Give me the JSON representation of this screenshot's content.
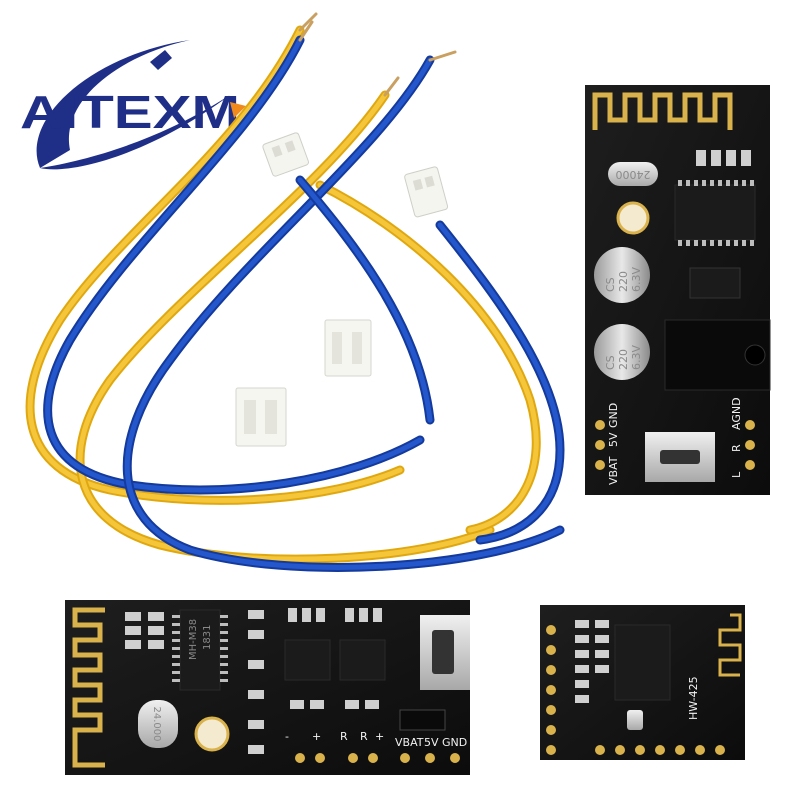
{
  "brand": {
    "logo_text": "AITEXM"
  },
  "colors": {
    "pcb": "#151515",
    "gold": "#d9b24c",
    "wire_yellow": "#f0b81c",
    "wire_blue": "#1c47b8",
    "logo_blue": "#1f2f88",
    "logo_orange": "#f08a1c"
  },
  "board_vertical": {
    "pin_labels": [
      "VBAT",
      "5V",
      "GND"
    ],
    "audio_labels": [
      "L",
      "R",
      "AGND"
    ],
    "cap_top": [
      "CS",
      "220",
      "6.3V"
    ],
    "cap_bottom": [
      "CS",
      "220",
      "6.3V"
    ],
    "crystal": "24000"
  },
  "board_horizontal": {
    "model": "MH-M38",
    "chip_code": "1831",
    "crystal": "24.000",
    "pin_labels": [
      "VBAT",
      "5V",
      "GND"
    ],
    "channel_left": [
      "-",
      "+"
    ],
    "channel_right": [
      "R",
      "R",
      "+"
    ]
  },
  "board_small": {
    "model": "HW-425"
  }
}
